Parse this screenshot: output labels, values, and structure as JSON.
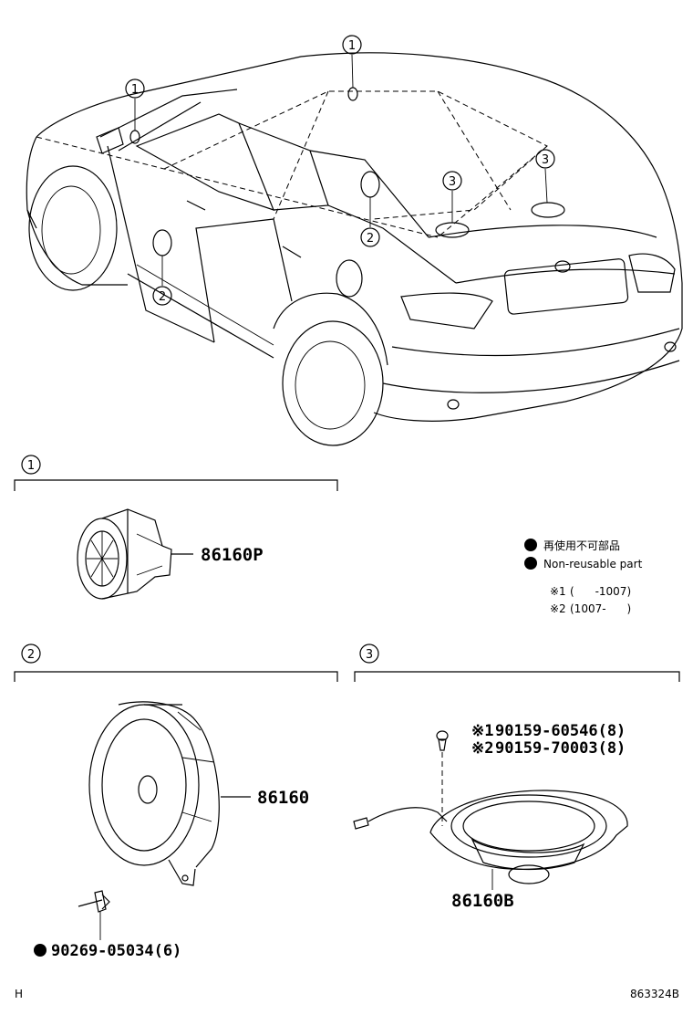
{
  "callouts": {
    "one": "1",
    "two": "2",
    "three": "3"
  },
  "sections": [
    {
      "id": "1",
      "parts": [
        "86160P"
      ]
    },
    {
      "id": "2",
      "parts": [
        "86160",
        "90269-05034(6)"
      ]
    },
    {
      "id": "3",
      "parts": [
        "90159-60546(8)",
        "90159-70003(8)",
        "86160B"
      ]
    }
  ],
  "legend": {
    "jp": "再使用不可部品",
    "en": "Non-reusable part",
    "note1_mark": "※1",
    "note1_range": "(      -1007)",
    "note2_mark": "※2",
    "note2_range": "(1007-      )"
  },
  "labels": {
    "part_86160P": "86160P",
    "part_86160": "86160",
    "part_90269": "90269-05034(6)",
    "mark_1": "※1",
    "part_90159_60546": "90159-60546(8)",
    "mark_2": "※2",
    "part_90159_70003": "90159-70003(8)",
    "part_86160B": "86160B"
  },
  "footer": {
    "left": "H",
    "right": "863324B"
  }
}
